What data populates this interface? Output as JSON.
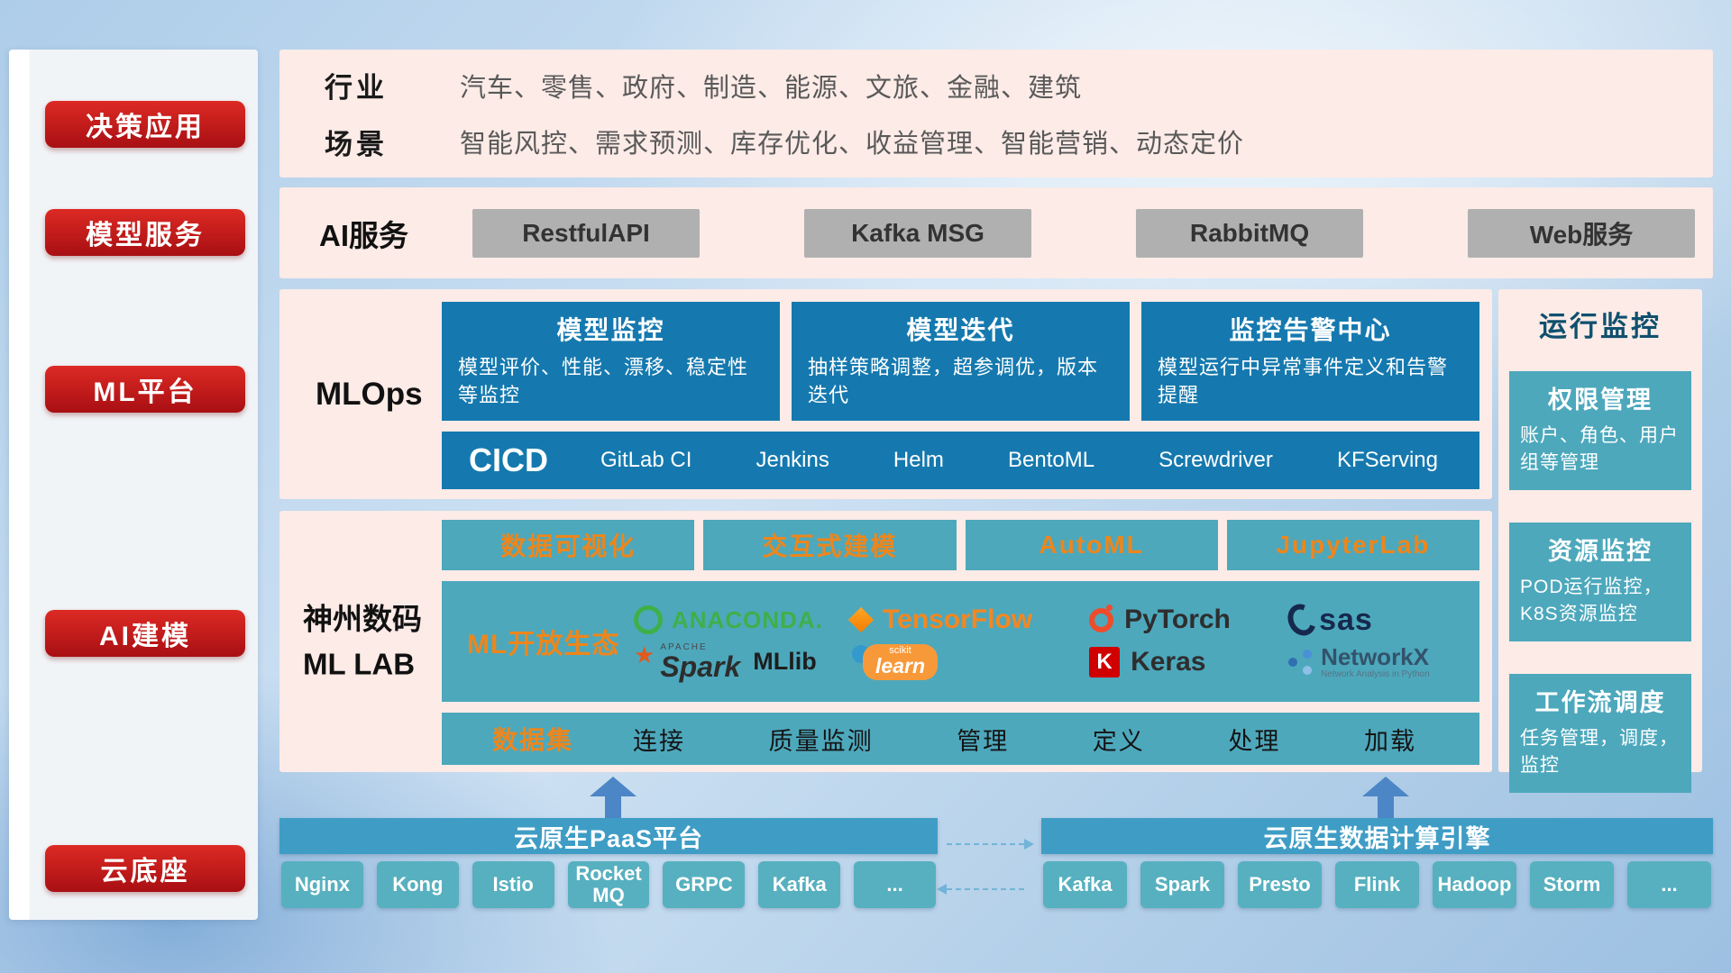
{
  "sidebar": {
    "items": [
      {
        "label": "决策应用"
      },
      {
        "label": "模型服务"
      },
      {
        "label": "ML平台"
      },
      {
        "label": "AI建模"
      },
      {
        "label": "云底座"
      }
    ]
  },
  "business": {
    "industry_label": "行业",
    "industry_value": "汽车、零售、政府、制造、能源、文旅、金融、建筑",
    "scene_label": "场景",
    "scene_value": "智能风控、需求预测、库存优化、收益管理、智能营销、动态定价"
  },
  "ai_service": {
    "label": "AI服务",
    "items": [
      "RestfulAPI",
      "Kafka MSG",
      "RabbitMQ",
      "Web服务"
    ]
  },
  "mlops": {
    "label": "MLOps",
    "cards": [
      {
        "title": "模型监控",
        "desc": "模型评价、性能、漂移、稳定性等监控"
      },
      {
        "title": "模型迭代",
        "desc": "抽样策略调整，超参调优，版本迭代"
      },
      {
        "title": "监控告警中心",
        "desc": "模型运行中异常事件定义和告警提醒"
      }
    ],
    "cicd_label": "CICD",
    "cicd_items": [
      "GitLab CI",
      "Jenkins",
      "Helm",
      "BentoML",
      "Screwdriver",
      "KFServing"
    ]
  },
  "mllab": {
    "label_line1": "神州数码",
    "label_line2": "ML LAB",
    "tools": [
      "数据可视化",
      "交互式建模",
      "AutoML",
      "JupyterLab"
    ],
    "eco_label": "ML开放生态",
    "logos": {
      "anaconda": "ANACONDA.",
      "tensorflow": "TensorFlow",
      "pytorch": "PyTorch",
      "sas": "sas",
      "apache": "APACHE",
      "spark": "Spark",
      "spark_star": "★",
      "mllib": "MLlib",
      "scikit": "scikit",
      "learn": "learn",
      "keras_k": "K",
      "keras": "Keras",
      "networkx": "NetworkX",
      "networkx_sub": "Network Analysis in Python"
    },
    "dataset_label": "数据集",
    "dataset_items": [
      "连接",
      "质量监测",
      "管理",
      "定义",
      "处理",
      "加载"
    ]
  },
  "monitoring": {
    "title": "运行监控",
    "cards": [
      {
        "title": "权限管理",
        "desc": "账户、角色、用户组等管理"
      },
      {
        "title": "资源监控",
        "desc": "POD运行监控，K8S资源监控"
      },
      {
        "title": "工作流调度",
        "desc": "任务管理，调度，监控"
      }
    ]
  },
  "foundation": {
    "paas": {
      "title": "云原生PaaS平台",
      "items": [
        "Nginx",
        "Kong",
        "Istio",
        "RocketMQ",
        "GRPC",
        "Kafka",
        "..."
      ]
    },
    "engine": {
      "title": "云原生数据计算引擎",
      "items": [
        "Kafka",
        "Spark",
        "Presto",
        "Flink",
        "Hadoop",
        "Storm",
        "..."
      ]
    }
  },
  "colors": {
    "accent_red": "#c21318",
    "panel_pink": "#fcebe7",
    "primary_blue": "#1579af",
    "teal": "#4da8bc",
    "orange_accent": "#ed861c",
    "bar_blue": "#3f9dc5",
    "chip_teal": "#57b0bf",
    "arrow_blue": "#4c86c6"
  }
}
